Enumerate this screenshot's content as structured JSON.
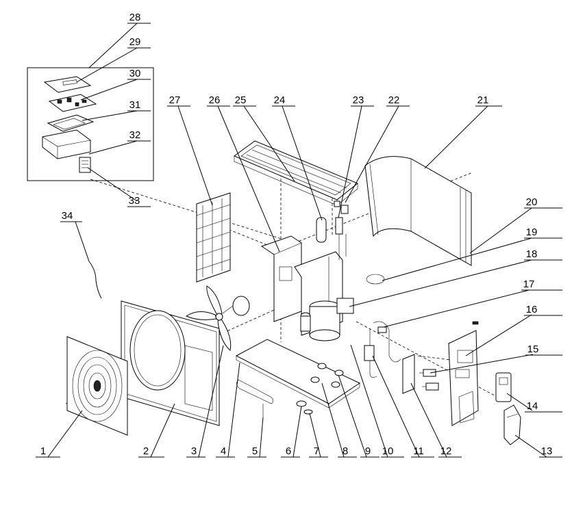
{
  "diagram": {
    "callouts": [
      {
        "id": "1",
        "label": "1"
      },
      {
        "id": "2",
        "label": "2"
      },
      {
        "id": "3",
        "label": "3"
      },
      {
        "id": "4",
        "label": "4"
      },
      {
        "id": "5",
        "label": "5"
      },
      {
        "id": "6",
        "label": "6"
      },
      {
        "id": "7",
        "label": "7"
      },
      {
        "id": "8",
        "label": "8"
      },
      {
        "id": "9",
        "label": "9"
      },
      {
        "id": "10",
        "label": "10"
      },
      {
        "id": "11",
        "label": "11"
      },
      {
        "id": "12",
        "label": "12"
      },
      {
        "id": "13",
        "label": "13"
      },
      {
        "id": "14",
        "label": "14"
      },
      {
        "id": "15",
        "label": "15"
      },
      {
        "id": "16",
        "label": "16"
      },
      {
        "id": "17",
        "label": "17"
      },
      {
        "id": "18",
        "label": "18"
      },
      {
        "id": "19",
        "label": "19"
      },
      {
        "id": "20",
        "label": "20"
      },
      {
        "id": "21",
        "label": "21"
      },
      {
        "id": "22",
        "label": "22"
      },
      {
        "id": "23",
        "label": "23"
      },
      {
        "id": "24",
        "label": "24"
      },
      {
        "id": "25",
        "label": "25"
      },
      {
        "id": "26",
        "label": "26"
      },
      {
        "id": "27",
        "label": "27"
      },
      {
        "id": "28",
        "label": "28"
      },
      {
        "id": "29",
        "label": "29"
      },
      {
        "id": "30",
        "label": "30"
      },
      {
        "id": "31",
        "label": "31"
      },
      {
        "id": "32",
        "label": "32"
      },
      {
        "id": "33",
        "label": "33"
      },
      {
        "id": "34",
        "label": "34"
      }
    ]
  }
}
